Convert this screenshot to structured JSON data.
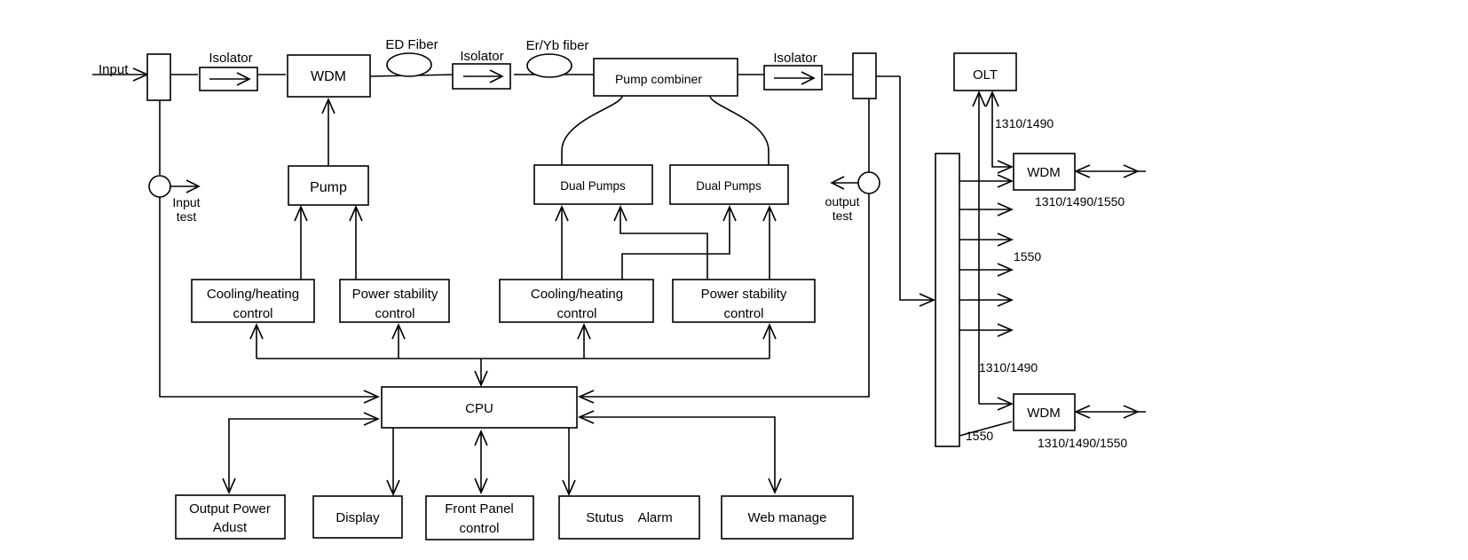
{
  "labels": {
    "input": "Input",
    "isolator_1": "Isolator",
    "wdm_main": "WDM",
    "ed_fiber": "ED Fiber",
    "isolator_2": "Isolator",
    "er_yb_fiber": "Er/Yb fiber",
    "pump_combiner": "Pump combiner",
    "isolator_3": "Isolator",
    "olt": "OLT",
    "pump": "Pump",
    "dual_pumps_1": "Dual Pumps",
    "dual_pumps_2": "Dual Pumps",
    "input_test": [
      "Input",
      "test"
    ],
    "output_test": [
      "output",
      "test"
    ],
    "cooling_1": [
      "Cooling/heating",
      "control"
    ],
    "power_1": [
      "Power stability",
      "control"
    ],
    "cooling_2": [
      "Cooling/heating",
      "control"
    ],
    "power_2": [
      "Power stability",
      "control"
    ],
    "cpu": "CPU",
    "output_power": [
      "Output Power",
      "Adust"
    ],
    "display": "Display",
    "front_panel": [
      "Front Panel",
      "control"
    ],
    "status_alarm": "Stutus    Alarm",
    "web_manage": "Web manage",
    "wdm_top": "WDM",
    "wdm_bottom": "WDM",
    "wl_1310_1490_top": "1310/1490",
    "wl_1310_1490_1550_top": "1310/1490/1550",
    "wl_1550_mid": "1550",
    "wl_1310_1490_bottom": "1310/1490",
    "wl_1550_bottom": "1550",
    "wl_1310_1490_1550_bottom": "1310/1490/1550"
  }
}
